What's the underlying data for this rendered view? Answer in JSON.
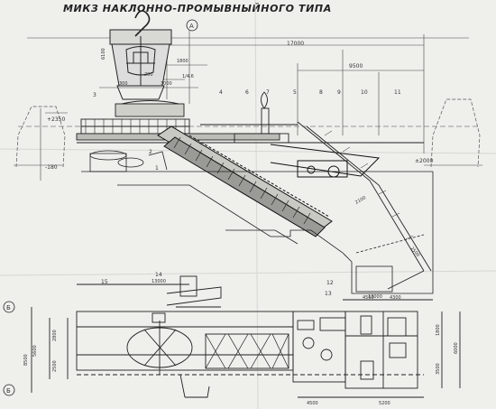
{
  "drawing": {
    "title": "МИКЗ НАКЛОННО-ПРОМЫВНЫЙНОГО ТИПА",
    "axis_marker": "А",
    "section_marks": [
      "Б",
      "Б"
    ],
    "top_dims": {
      "overall": "17000",
      "right_span": "9500",
      "left_a": "300",
      "left_b": "3000",
      "left_c": "1800",
      "hook_label": "6100",
      "hook_lower": "1/4.6",
      "c200": "200"
    },
    "elev_marks": [
      "+2350",
      "-180",
      "±2000",
      "2100",
      "4500",
      "4300",
      "2500"
    ],
    "callouts": [
      "1",
      "2",
      "3",
      "4",
      "5",
      "6",
      "7",
      "8",
      "9",
      "10",
      "11",
      "12",
      "13",
      "14",
      "15"
    ],
    "plan_dims": {
      "left_total": "8500",
      "left_a": "5600",
      "left_b": "2800",
      "left_c": "2500",
      "right_a": "6000",
      "right_b": "1800",
      "right_c": "3500",
      "bottom_a": "4500",
      "bottom_b": "5200",
      "plan_top_a": "13000",
      "plan_top_b": "13000"
    }
  }
}
